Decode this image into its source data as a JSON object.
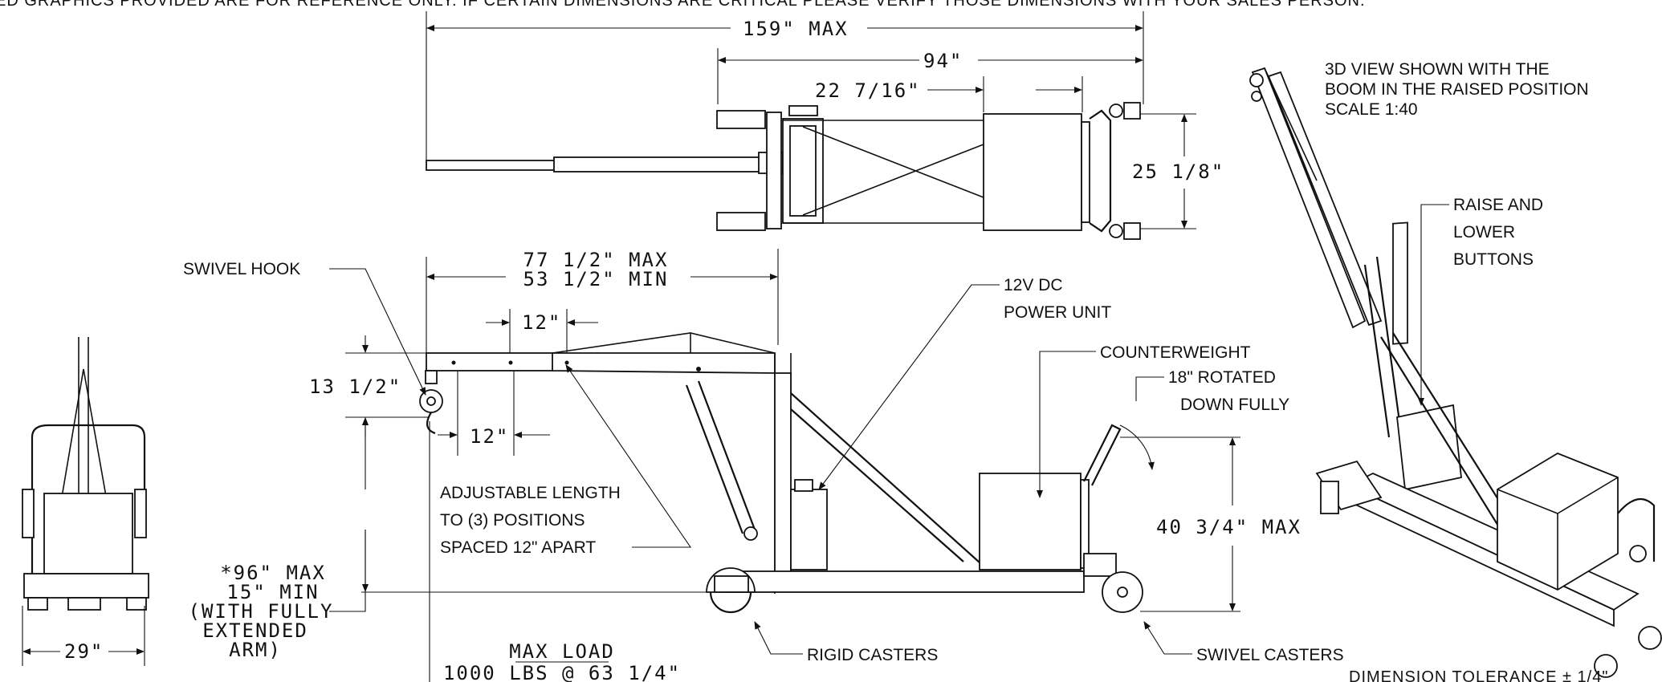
{
  "header_banner": "ED GRAPHICS PROVIDED ARE FOR REFERENCE ONLY. IF CERTAIN DIMENSIONS ARE CRITICAL PLEASE VERIFY THOSE DIMENSIONS WITH YOUR SALES PERSON.",
  "top_view": {
    "dim_overall": "159\" MAX",
    "dim_94": "94\"",
    "dim_22": "22 7/16\"",
    "dim_width": "25 1/8\""
  },
  "side_view": {
    "dim_boom_max": "77 1/2\" MAX",
    "dim_boom_min": "53 1/2\" MIN",
    "dim_12_top": "12\"",
    "dim_12_bottom": "12\"",
    "dim_13": "13 1/2\"",
    "dim_height_1": "*96\" MAX",
    "dim_height_2": "15\" MIN",
    "dim_height_3": "(WITH FULLY",
    "dim_height_4": "EXTENDED",
    "dim_height_5": "ARM)",
    "dim_40": "40 3/4\" MAX",
    "max_load_title": "MAX LOAD",
    "max_load_value": "1000 LBS @ 63 1/4\"",
    "label_swivel_hook": "SWIVEL HOOK",
    "label_power_1": "12V DC",
    "label_power_2": "POWER UNIT",
    "label_counterweight": "COUNTERWEIGHT",
    "label_rotated_1": "18\" ROTATED",
    "label_rotated_2": "DOWN FULLY",
    "label_adjust_1": "ADJUSTABLE LENGTH",
    "label_adjust_2": "TO (3) POSITIONS",
    "label_adjust_3": "SPACED 12\" APART",
    "label_rigid": "RIGID CASTERS",
    "label_swivel_casters": "SWIVEL CASTERS"
  },
  "front_view": {
    "dim_29": "29\""
  },
  "iso_view": {
    "note_1": "3D VIEW SHOWN WITH THE",
    "note_2": "BOOM IN THE RAISED POSITION",
    "note_3": "SCALE 1:40",
    "label_buttons_1": "RAISE AND",
    "label_buttons_2": "LOWER",
    "label_buttons_3": "BUTTONS"
  },
  "footer_note": "DIMENSION TOLERANCE ± 1/4\""
}
